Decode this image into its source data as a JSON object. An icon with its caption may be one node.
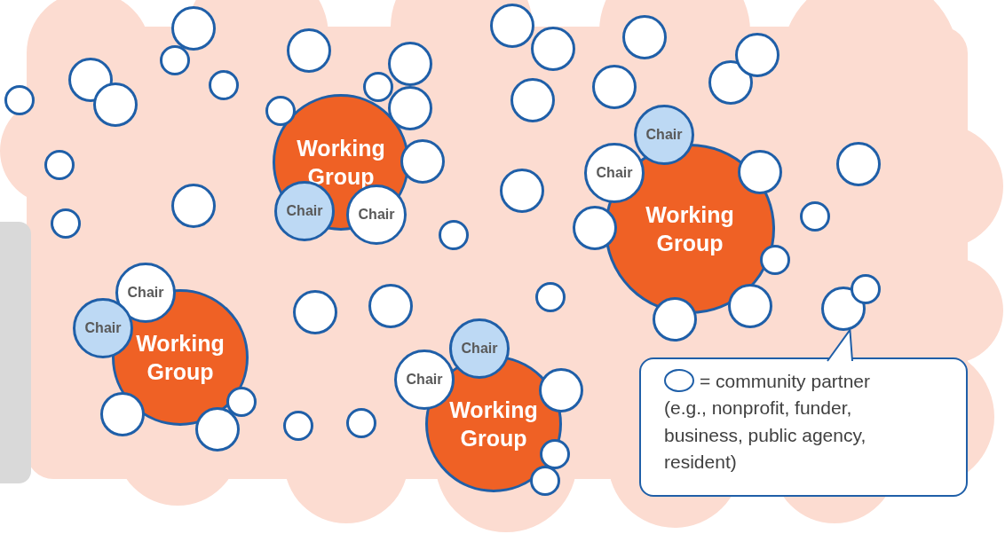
{
  "diagram": {
    "nodes": [
      {
        "text": [
          "Working Group"
        ]
      },
      {
        "text": [
          "Working Group"
        ]
      },
      {
        "text": [
          "Working Group"
        ]
      },
      {
        "text": [
          "Working Group"
        ]
      },
      {
        "text": [
          "Chair"
        ]
      },
      {
        "text": [
          "Chair"
        ]
      },
      {
        "text": [
          "Chair"
        ]
      },
      {
        "text": [
          "Chair"
        ]
      },
      {
        "text": [
          "Chair"
        ]
      },
      {
        "text": [
          "Chair"
        ]
      },
      {
        "text": [
          "Chair"
        ]
      },
      {
        "text": [
          "Chair"
        ]
      },
      {
        "text": [],
        "shape": "circle"
      },
      {
        "text": [],
        "shape": "circle"
      },
      {
        "text": [],
        "shape": "circle"
      },
      {
        "text": [],
        "shape": "circle"
      },
      {
        "text": [],
        "shape": "circle"
      },
      {
        "text": [],
        "shape": "circle"
      },
      {
        "text": [],
        "shape": "circle"
      },
      {
        "text": [],
        "shape": "circle"
      },
      {
        "text": [],
        "shape": "circle"
      },
      {
        "text": [],
        "shape": "circle"
      },
      {
        "text": [],
        "shape": "circle"
      },
      {
        "text": [],
        "shape": "circle"
      },
      {
        "text": [],
        "shape": "circle"
      },
      {
        "text": [],
        "shape": "circle"
      },
      {
        "text": [],
        "shape": "circle"
      },
      {
        "text": [],
        "shape": "circle"
      },
      {
        "text": [],
        "shape": "circle"
      },
      {
        "text": [],
        "shape": "circle"
      },
      {
        "text": [],
        "shape": "circle"
      },
      {
        "text": [],
        "shape": "circle"
      },
      {
        "text": [],
        "shape": "circle"
      },
      {
        "text": [],
        "shape": "circle"
      },
      {
        "text": [],
        "shape": "circle"
      },
      {
        "text": [],
        "shape": "circle"
      },
      {
        "text": [],
        "shape": "circle"
      },
      {
        "text": [],
        "shape": "circle"
      },
      {
        "text": [],
        "shape": "circle"
      },
      {
        "text": [],
        "shape": "circle"
      },
      {
        "text": [],
        "shape": "circle"
      },
      {
        "text": [],
        "shape": "circle"
      },
      {
        "text": [],
        "shape": "circle"
      },
      {
        "text": [],
        "shape": "circle"
      },
      {
        "text": [],
        "shape": "circle"
      },
      {
        "text": [],
        "shape": "circle"
      },
      {
        "text": [],
        "shape": "circle"
      },
      {
        "text": [],
        "shape": "circle"
      },
      {
        "text": [],
        "shape": "circle"
      },
      {
        "text": [],
        "shape": "circle"
      },
      {
        "text": [],
        "shape": "circle"
      },
      {
        "text": [],
        "shape": "circle"
      },
      {
        "text": [],
        "shape": "circle"
      },
      {
        "text": [],
        "shape": "circle"
      },
      {
        "text": [],
        "shape": "circle"
      },
      {
        "text": [],
        "shape": "circle"
      },
      {
        "text": [
          "= community partner (e.g., nonprofit, funder, business, public agency, resident)"
        ]
      }
    ],
    "edges": [
      {
        "from": 56,
        "to": 46,
        "arrow": "to"
      }
    ]
  }
}
